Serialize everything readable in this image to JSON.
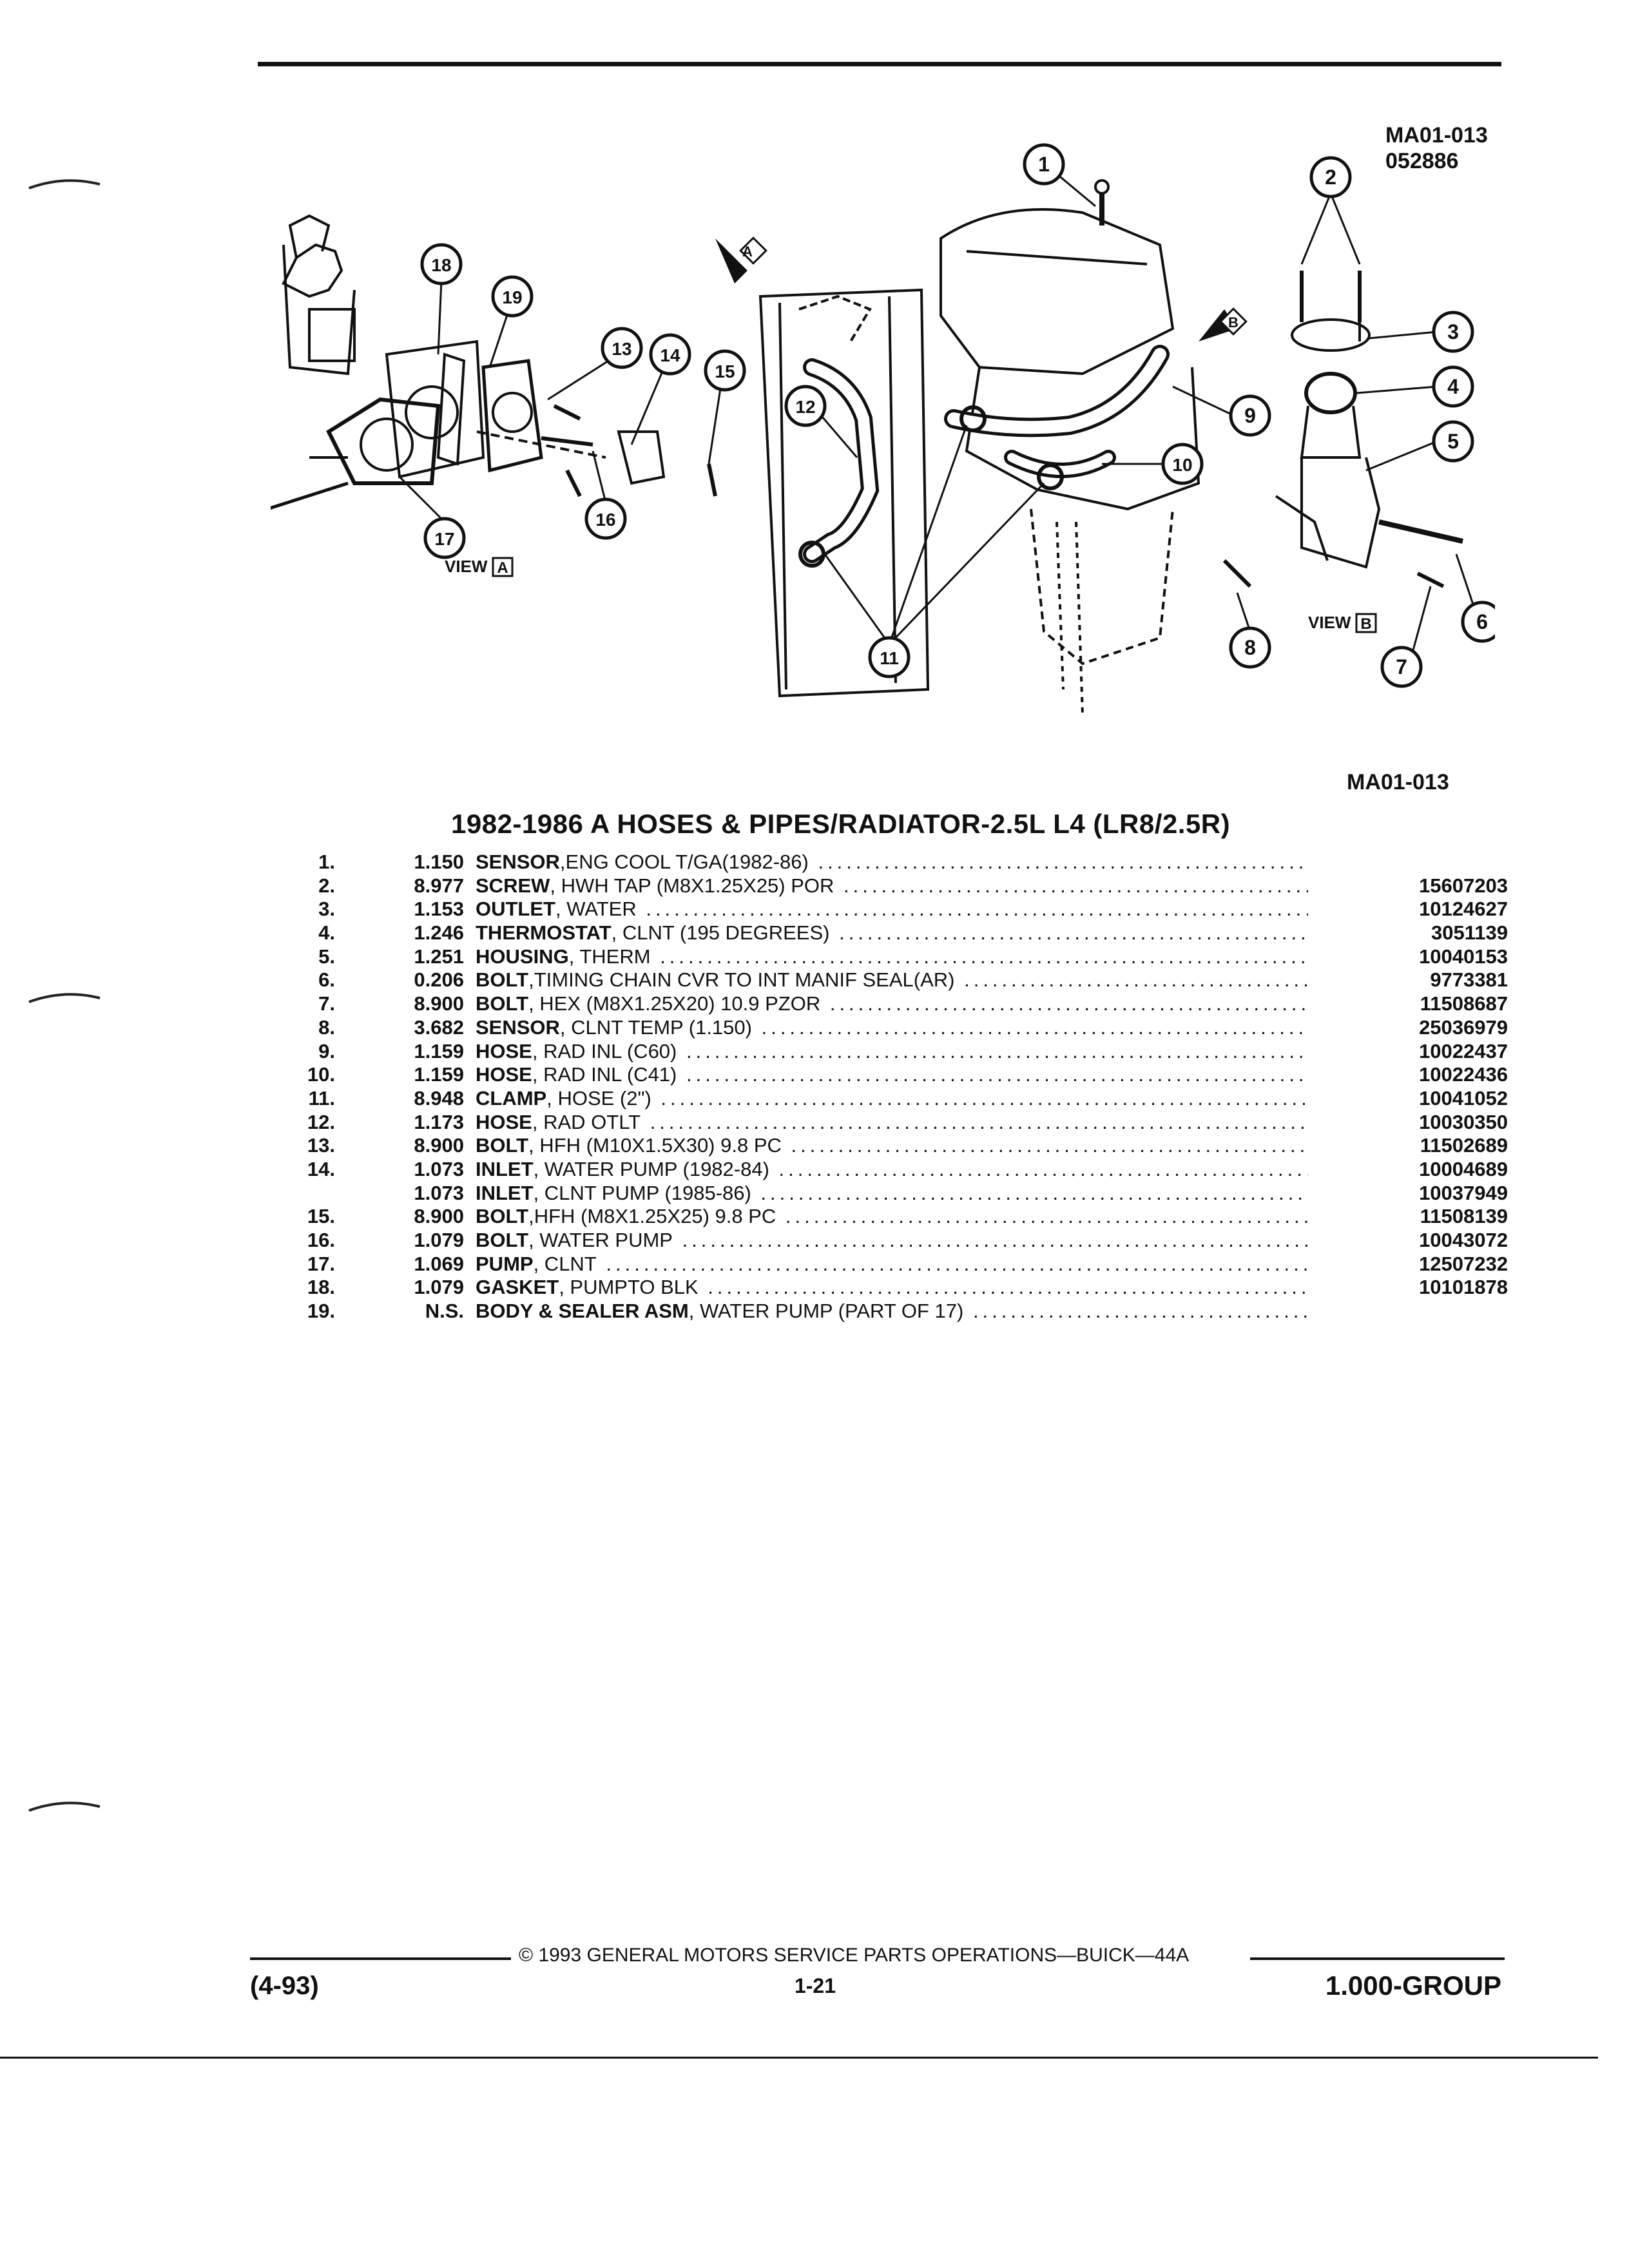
{
  "figure": {
    "id": "MA01-013",
    "date_code": "052886",
    "bottom_id": "MA01-013",
    "callouts": [
      "1",
      "2",
      "3",
      "4",
      "5",
      "6",
      "7",
      "8",
      "9",
      "10",
      "11",
      "12",
      "13",
      "14",
      "15",
      "16",
      "17",
      "18",
      "19"
    ],
    "views": [
      {
        "word": "VIEW",
        "letter": "A"
      },
      {
        "word": "VIEW",
        "letter": "B"
      }
    ],
    "arrows": [
      "A",
      "B"
    ]
  },
  "title": "1982-1986 A HOSES & PIPES/RADIATOR-2.5L L4 (LR8/2.5R)",
  "parts": [
    {
      "num": "1.",
      "group": "1.150",
      "name": "SENSOR",
      "desc": ",ENG COOL T/GA(1982-86)",
      "part_no": ""
    },
    {
      "num": "2.",
      "group": "8.977",
      "name": "SCREW",
      "desc": ", HWH TAP (M8X1.25X25) POR",
      "part_no": "15607203"
    },
    {
      "num": "3.",
      "group": "1.153",
      "name": "OUTLET",
      "desc": ", WATER",
      "part_no": "10124627"
    },
    {
      "num": "4.",
      "group": "1.246",
      "name": "THERMOSTAT",
      "desc": ", CLNT (195 DEGREES)",
      "part_no": "3051139"
    },
    {
      "num": "5.",
      "group": "1.251",
      "name": "HOUSING",
      "desc": ", THERM",
      "part_no": "10040153"
    },
    {
      "num": "6.",
      "group": "0.206",
      "name": "BOLT",
      "desc": ",TIMING CHAIN CVR TO INT MANIF SEAL(AR)",
      "part_no": "9773381"
    },
    {
      "num": "7.",
      "group": "8.900",
      "name": "BOLT",
      "desc": ", HEX (M8X1.25X20) 10.9 PZOR",
      "part_no": "11508687"
    },
    {
      "num": "8.",
      "group": "3.682",
      "name": "SENSOR",
      "desc": ", CLNT TEMP (1.150)",
      "part_no": "25036979"
    },
    {
      "num": "9.",
      "group": "1.159",
      "name": "HOSE",
      "desc": ", RAD INL (C60)",
      "part_no": "10022437"
    },
    {
      "num": "10.",
      "group": "1.159",
      "name": "HOSE",
      "desc": ", RAD INL (C41)",
      "part_no": "10022436"
    },
    {
      "num": "11.",
      "group": "8.948",
      "name": "CLAMP",
      "desc": ", HOSE (2\")",
      "part_no": "10041052"
    },
    {
      "num": "12.",
      "group": "1.173",
      "name": "HOSE",
      "desc": ", RAD OTLT",
      "part_no": "10030350"
    },
    {
      "num": "13.",
      "group": "8.900",
      "name": "BOLT",
      "desc": ", HFH (M10X1.5X30) 9.8 PC",
      "part_no": "11502689"
    },
    {
      "num": "14.",
      "group": "1.073",
      "name": "INLET",
      "desc": ", WATER PUMP (1982-84)",
      "part_no": "10004689"
    },
    {
      "num": "",
      "group": "1.073",
      "name": "INLET",
      "desc": ", CLNT PUMP (1985-86)",
      "part_no": "10037949"
    },
    {
      "num": "15.",
      "group": "8.900",
      "name": "BOLT",
      "desc": ",HFH (M8X1.25X25) 9.8 PC",
      "part_no": "11508139"
    },
    {
      "num": "16.",
      "group": "1.079",
      "name": "BOLT",
      "desc": ", WATER PUMP",
      "part_no": "10043072"
    },
    {
      "num": "17.",
      "group": "1.069",
      "name": "PUMP",
      "desc": ", CLNT",
      "part_no": "12507232"
    },
    {
      "num": "18.",
      "group": "1.079",
      "name": "GASKET",
      "desc": ", PUMPTO BLK",
      "part_no": "10101878"
    },
    {
      "num": "19.",
      "group": "N.S.",
      "name": "BODY & SEALER ASM",
      "desc": ", WATER PUMP (PART OF 17)",
      "part_no": ""
    }
  ],
  "footer": {
    "copyright": "© 1993 GENERAL MOTORS SERVICE PARTS OPERATIONS—BUICK—44A",
    "revision": "(4-93)",
    "page": "1-21",
    "group": "1.000-GROUP"
  }
}
